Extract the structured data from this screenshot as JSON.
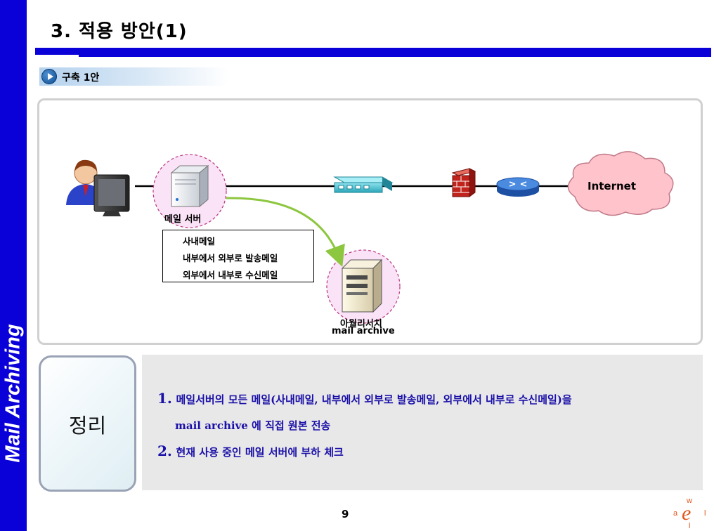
{
  "sidebar": {
    "text": "Mail Archiving"
  },
  "header": {
    "title": "3. 적용 방안(1)"
  },
  "section": {
    "label": "구축 1안"
  },
  "diagram": {
    "mail_server_label": "메일 서버",
    "archive_label_kr": "아월리서치",
    "archive_label_en": "mail archive",
    "internet_label": "Internet",
    "mail_types": [
      "사내메일",
      "내부에서 외부로 발송메일",
      "외부에서 내부로 수신메일"
    ],
    "colors": {
      "arrow": "#8dc63f",
      "circle_fill": "#fbe3f7",
      "circle_stroke": "#b9337f",
      "cloud_fill": "#ffc3cc",
      "cloud_stroke": "#c07a88",
      "switch": "#33b5c6",
      "router": "#2f6cc8",
      "firewall": "#c0231c"
    }
  },
  "summary": {
    "label": "정리",
    "items": [
      {
        "num": "1.",
        "line1": "메일서버의 모든 메일(사내메일, 내부에서 외부로 발송메일, 외부에서 내부로 수신메일)을",
        "line2": "mail archive 에 직접 원본 전송"
      },
      {
        "num": "2.",
        "line1": "현재 사용 중인 메일 서버에 부하 체크"
      }
    ]
  },
  "footer": {
    "page_number": "9",
    "logo": "wael-logo"
  }
}
